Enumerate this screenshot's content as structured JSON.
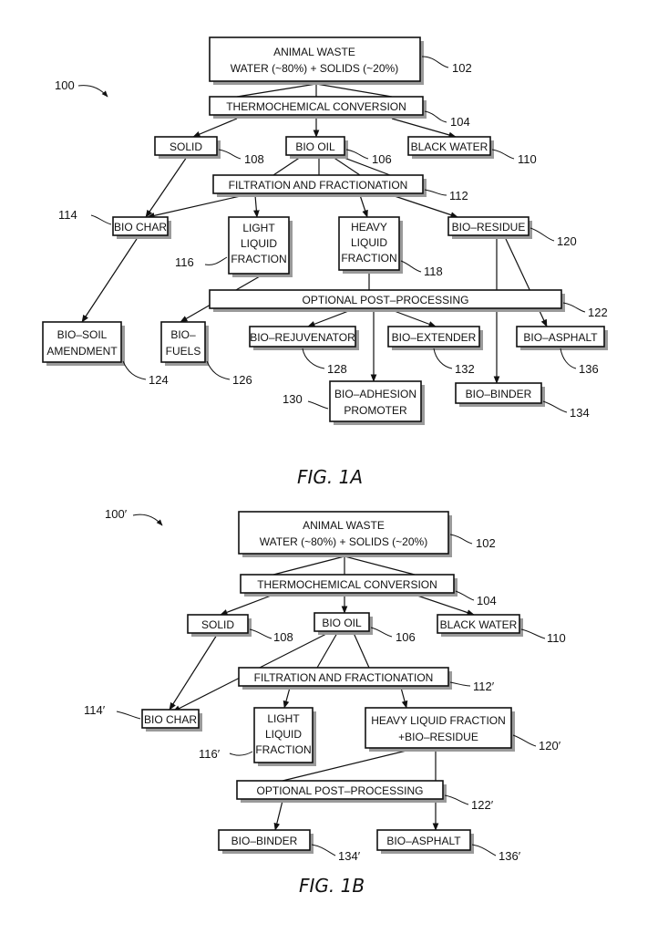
{
  "fig_1a": {
    "caption": "FIG. 1A",
    "ref_main": "100",
    "boxes": {
      "animal_waste_1": "ANIMAL WASTE",
      "animal_waste_2": "WATER (~80%) + SOLIDS (~20%)",
      "thermochemical": "THERMOCHEMICAL CONVERSION",
      "solid": "SOLID",
      "bio_oil": "BIO OIL",
      "black_water": "BLACK WATER",
      "filtration": "FILTRATION AND FRACTIONATION",
      "bio_char": "BIO CHAR",
      "light_1": "LIGHT",
      "light_2": "LIQUID",
      "light_3": "FRACTION",
      "heavy_1": "HEAVY",
      "heavy_2": "LIQUID",
      "heavy_3": "FRACTION",
      "bio_residue": "BIO–RESIDUE",
      "post_processing": "OPTIONAL POST–PROCESSING",
      "soil_1": "BIO–SOIL",
      "soil_2": "AMENDMENT",
      "fuels_1": "BIO–",
      "fuels_2": "FUELS",
      "rejuvenator": "BIO–REJUVENATOR",
      "extender": "BIO–EXTENDER",
      "asphalt": "BIO–ASPHALT",
      "adhesion_1": "BIO–ADHESION",
      "adhesion_2": "PROMOTER",
      "binder": "BIO–BINDER"
    },
    "refs": {
      "animal_waste": "102",
      "thermochemical": "104",
      "bio_oil": "106",
      "solid": "108",
      "black_water": "110",
      "filtration": "112",
      "bio_char": "114",
      "light": "116",
      "heavy": "118",
      "bio_residue": "120",
      "post_processing": "122",
      "soil": "124",
      "fuels": "126",
      "rejuvenator": "128",
      "adhesion": "130",
      "extender": "132",
      "binder": "134",
      "asphalt": "136"
    }
  },
  "fig_1b": {
    "caption": "FIG. 1B",
    "ref_main": "100′",
    "boxes": {
      "animal_waste_1": "ANIMAL WASTE",
      "animal_waste_2": "WATER (~80%) + SOLIDS (~20%)",
      "thermochemical": "THERMOCHEMICAL CONVERSION",
      "solid": "SOLID",
      "bio_oil": "BIO OIL",
      "black_water": "BLACK WATER",
      "filtration": "FILTRATION AND FRACTIONATION",
      "bio_char": "BIO CHAR",
      "light_1": "LIGHT",
      "light_2": "LIQUID",
      "light_3": "FRACTION",
      "heavy_residue_1": "HEAVY LIQUID FRACTION",
      "heavy_residue_2": "+BIO–RESIDUE",
      "post_processing": "OPTIONAL POST–PROCESSING",
      "binder": "BIO–BINDER",
      "asphalt": "BIO–ASPHALT"
    },
    "refs": {
      "animal_waste": "102",
      "thermochemical": "104",
      "bio_oil": "106",
      "solid": "108",
      "black_water": "110",
      "filtration": "112′",
      "bio_char": "114′",
      "light": "116′",
      "heavy_residue": "120′",
      "post_processing": "122′",
      "binder": "134′",
      "asphalt": "136′"
    }
  }
}
